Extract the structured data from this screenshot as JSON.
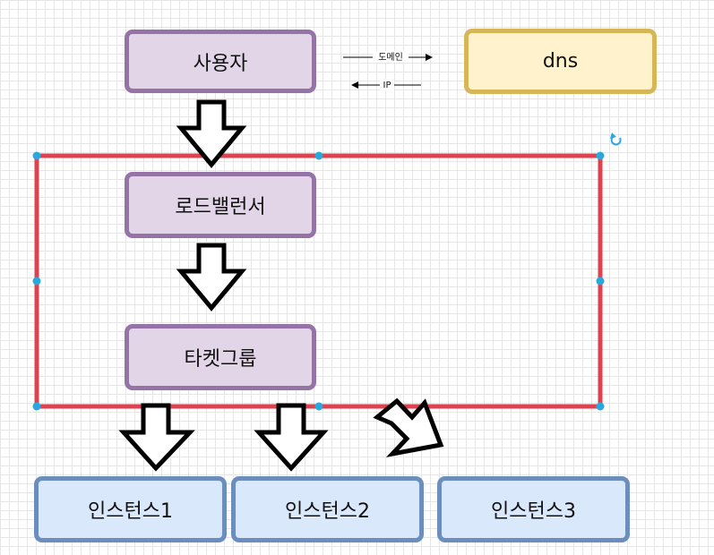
{
  "nodes": {
    "user": "사용자",
    "dns": "dns",
    "load_balancer": "로드밸런서",
    "target_group": "타켓그룹",
    "instance1": "인스턴스1",
    "instance2": "인스턴스2",
    "instance3": "인스턴스3"
  },
  "edges": {
    "domain_label": "도메인",
    "ip_label": "IP"
  },
  "colors": {
    "purple_fill": "#e1d5e7",
    "purple_stroke": "#9673a6",
    "yellow_fill": "#fff2cc",
    "yellow_stroke": "#d6b656",
    "blue_fill": "#dae8fc",
    "blue_stroke": "#6c8ebf",
    "selection_red": "#e0414f",
    "handle_blue": "#29a8e0"
  }
}
